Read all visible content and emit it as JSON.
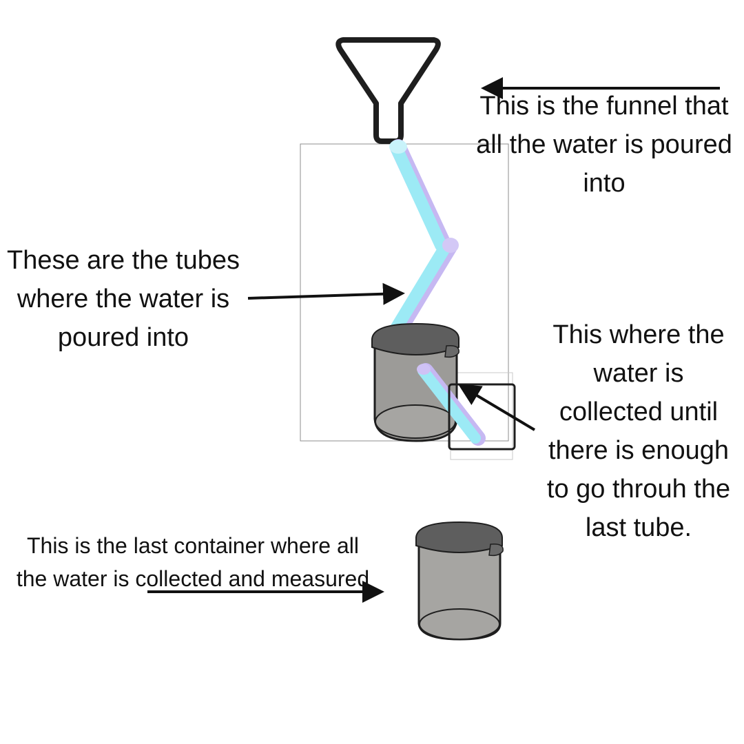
{
  "colors": {
    "tube": "#9ceaf5",
    "tube_shade": "#c6b8f2",
    "container_body": "#9c9b98",
    "container_lid": "#5e5e5e",
    "outline": "#1e1e1e",
    "arrow": "#111111",
    "text": "#111111"
  },
  "icons": [
    "funnel-icon",
    "tube-icon",
    "container-icon",
    "arrow-icon"
  ],
  "labels": {
    "funnel": "This is the funnel that\nall the water is poured\ninto",
    "tubes": "These are the tubes\nwhere the water is\npoured into",
    "collect": "This where the\nwater is\ncollected until\nthere is enough\nto go throuh the\nlast tube.",
    "last": "This is the last container where all\nthe water is collected and measured"
  }
}
